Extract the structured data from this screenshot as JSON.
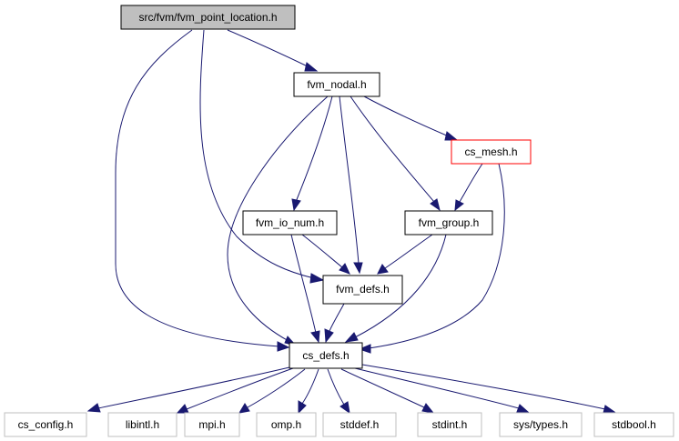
{
  "graph": {
    "nodes": {
      "root": {
        "label": "src/fvm/fvm_point_location.h"
      },
      "fvm_nodal": {
        "label": "fvm_nodal.h"
      },
      "cs_mesh": {
        "label": "cs_mesh.h"
      },
      "fvm_io_num": {
        "label": "fvm_io_num.h"
      },
      "fvm_group": {
        "label": "fvm_group.h"
      },
      "fvm_defs": {
        "label": "fvm_defs.h"
      },
      "cs_defs": {
        "label": "cs_defs.h"
      },
      "cs_config": {
        "label": "cs_config.h"
      },
      "libintl": {
        "label": "libintl.h"
      },
      "mpi": {
        "label": "mpi.h"
      },
      "omp": {
        "label": "omp.h"
      },
      "stddef": {
        "label": "stddef.h"
      },
      "stdint": {
        "label": "stdint.h"
      },
      "sys_types": {
        "label": "sys/types.h"
      },
      "stdbool": {
        "label": "stdbool.h"
      }
    },
    "colors": {
      "edge": "#191970",
      "root_fill": "#bfbfbf",
      "node_border": "#000000",
      "truncated_border": "#ff0000",
      "external_border": "#bfbfbf",
      "external_text": "#000000"
    }
  }
}
